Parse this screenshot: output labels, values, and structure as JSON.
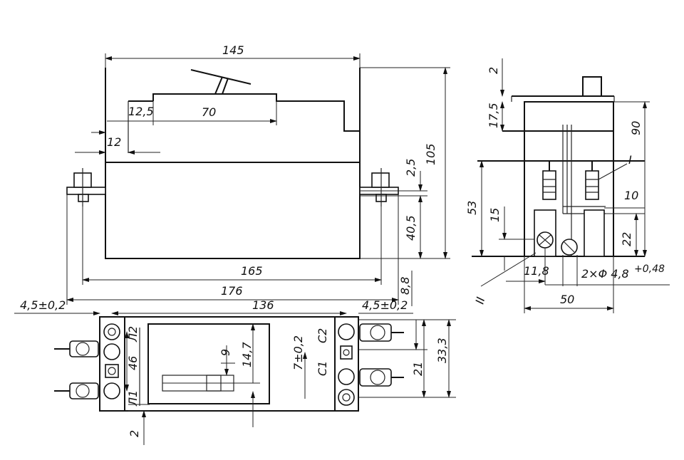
{
  "drawing": {
    "front_view": {
      "width_label": "145",
      "offset_label": "12,5",
      "handle_label": "70",
      "edge_label": "12",
      "gap_label": "2,5",
      "height_label": "105",
      "low_label": "40,5",
      "span_165": "165",
      "span_176": "176",
      "small_88": "8,8"
    },
    "side_view": {
      "top_gap": "2",
      "cap_label": "17,5",
      "total_label": "90",
      "detail_one": "I",
      "detail_two": "II",
      "depth_53": "53",
      "depth_15": "15",
      "dim_10": "10",
      "dim_22": "22",
      "dim_118": "11,8",
      "hole_label": "2×Φ 4,8",
      "hole_tol": "+0,48",
      "base_label": "50"
    },
    "plan_view": {
      "left_tol": "4,5±0,2",
      "width_label": "136",
      "right_tol": "4,5±0,2",
      "l2": "Л2",
      "l1": "Л1",
      "c2": "С2",
      "c1": "С1",
      "pitch_46": "46",
      "dim_9": "9",
      "dim_147": "14,7",
      "center_tol": "7±0,2",
      "dim_21": "21",
      "dim_333": "33,3",
      "bottom_2": "2"
    }
  }
}
